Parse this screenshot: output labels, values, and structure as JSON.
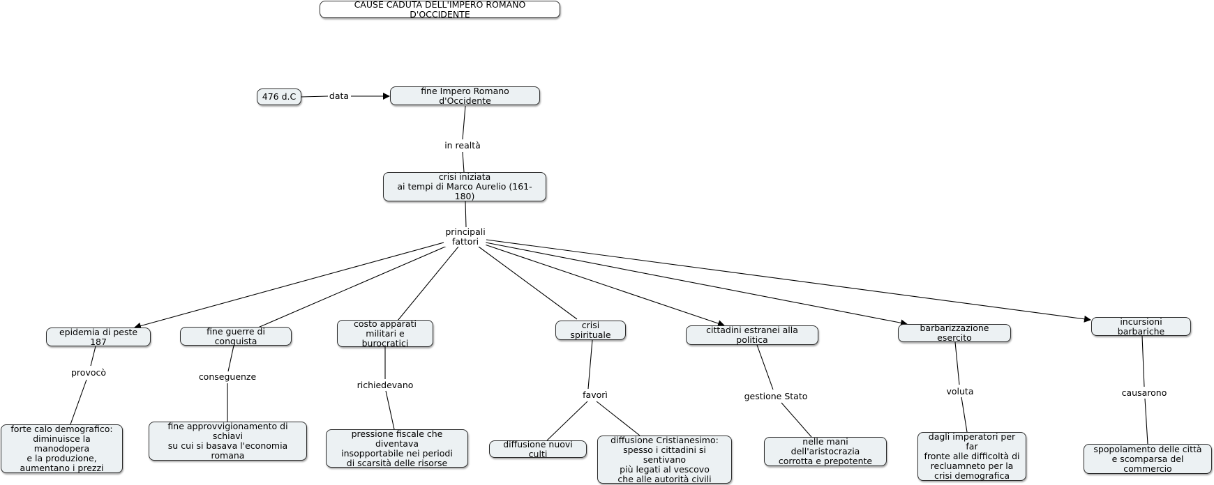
{
  "title": "CAUSE CADUTA DELL'IMPERO ROMANO D'OCCIDENTE",
  "nodes": {
    "date": "476 d.C",
    "end_empire": "fine Impero Romano d'Occidente",
    "crisis": "crisi iniziata\nai tempi di Marco Aurelio (161-180)",
    "plague": "epidemia di peste 187",
    "end_wars": "fine guerre di conquista",
    "cost": "costo apparati\nmilitari e burocratici",
    "spiritual": "crisi spirituale",
    "citizens": "cittadini estranei alla politica",
    "barbarization": "barbarizzazione esercito",
    "incursions": "incursioni barbariche",
    "demographic": "forte calo demografico:\ndiminuisce la manodopera\ne la produzione,\naumentano i prezzi",
    "slaves": "fine approvvigionamento di schiavi\nsu cui si basava l'economia\nromana",
    "fiscal": "pressione fiscale che diventava\ninsopportabile nei periodi\ndi scarsità delle risorse",
    "cults": "diffusione nuovi culti",
    "christianity": "diffusione Cristianesimo:\nspesso i cittadini si sentivano\npiù legati al vescovo\nche alle autorità civili",
    "aristocracy": "nelle mani dell'aristocrazia\ncorrotta e prepotente",
    "emperors": "dagli imperatori per far\nfronte alle difficoltà di\nrecluamneto per la\ncrisi demografica",
    "depopulation": "spopolamento delle città\ne scomparsa del commercio"
  },
  "links": {
    "data": "data",
    "in_realta": "in realtà",
    "principali": "principali\nfattori",
    "provoco": "provocò",
    "conseguenze": "conseguenze",
    "richiedevano": "richiedevano",
    "favori": "favorì",
    "gestione": "gestione Stato",
    "voluta": "voluta",
    "causarono": "causarono"
  }
}
